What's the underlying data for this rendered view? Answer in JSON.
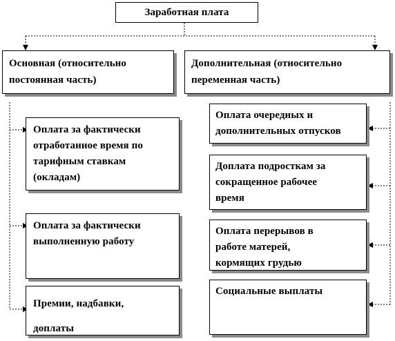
{
  "diagram": {
    "root": "Заработная плата",
    "main": {
      "title_line1": "Основная (относительно",
      "title_line2": "постоянная часть)",
      "items": [
        {
          "lines": [
            "Оплата за фактически",
            "отработанное время по",
            "тарифным ставкам",
            "(окладам)"
          ]
        },
        {
          "lines": [
            "Оплата за фактически",
            "выполненную работу"
          ]
        },
        {
          "lines": [
            "Премии, надбавки,",
            "доплаты"
          ]
        }
      ]
    },
    "extra": {
      "title_line1": "Дополнительная (относительно",
      "title_line2": "переменная часть)",
      "items": [
        {
          "lines": [
            "Оплата очередных и",
            "дополнительных отпусков"
          ]
        },
        {
          "lines": [
            "Доплата подросткам за",
            "сокращенное рабочее",
            "время"
          ]
        },
        {
          "lines": [
            "Оплата перерывов в",
            "работе матерей,",
            "кормящих грудью"
          ]
        },
        {
          "lines": [
            "Социальные выплаты"
          ]
        }
      ]
    },
    "colors": {
      "line": "#000000",
      "shadow": "#8a8a8a",
      "background": "#ffffff"
    }
  }
}
